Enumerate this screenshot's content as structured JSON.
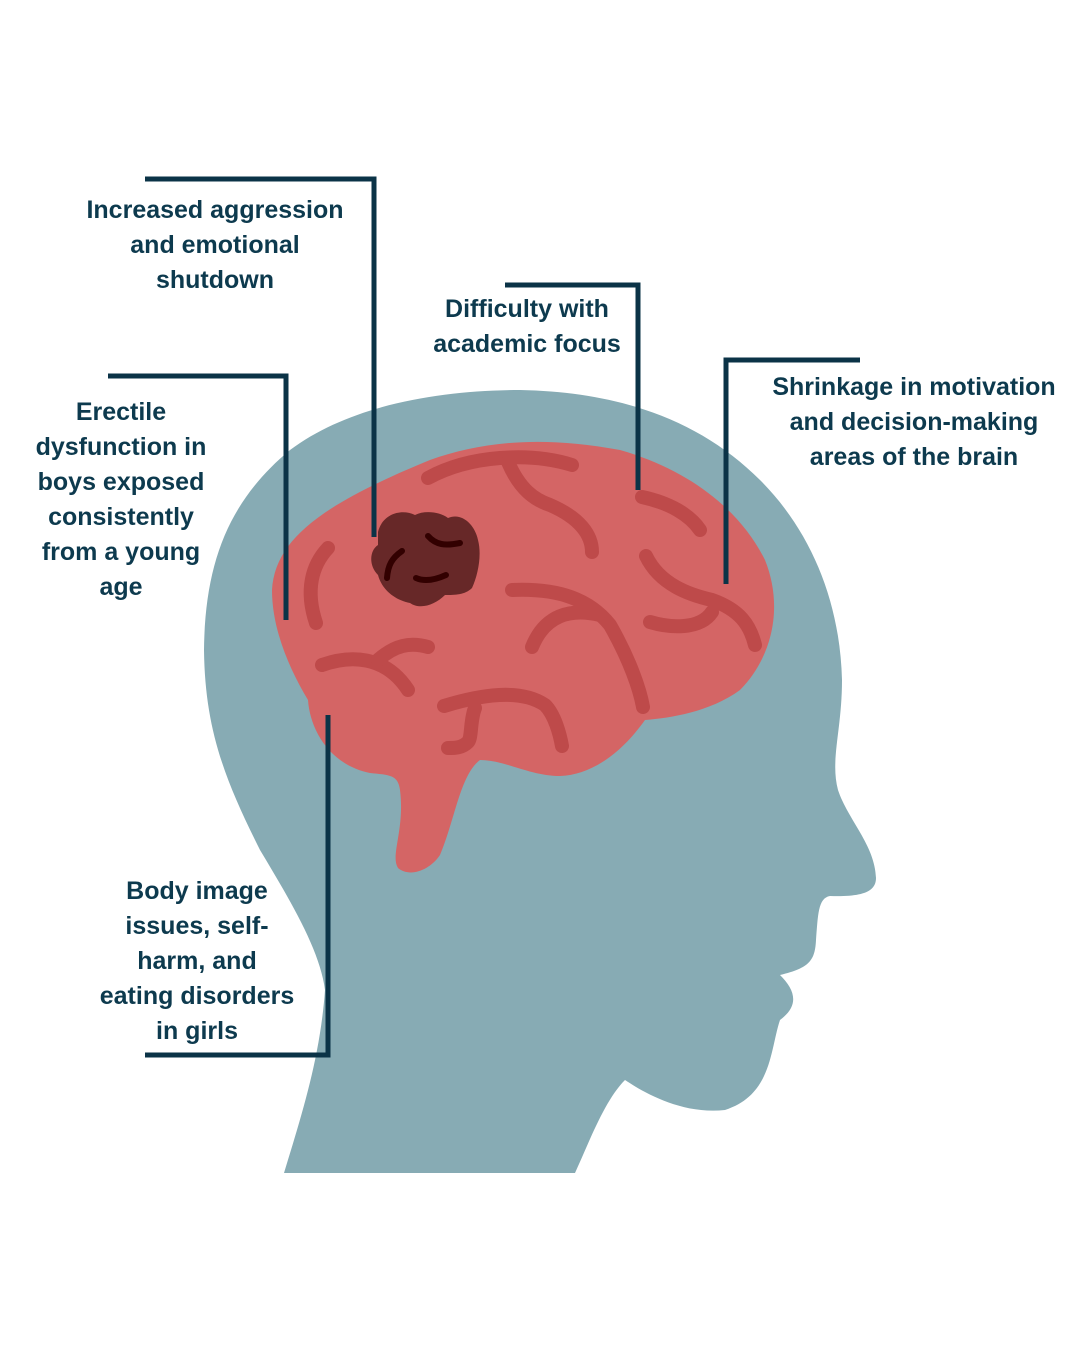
{
  "colors": {
    "head": "#87abb4",
    "brain": "#d46565",
    "fold": "#be4a4a",
    "lesion": "#672828",
    "leader": "#0b3347",
    "text": "#0d3a4e"
  },
  "labels": {
    "aggression": [
      "Increased aggression",
      "and emotional",
      "shutdown"
    ],
    "erectile": [
      "Erectile",
      "dysfunction in",
      "boys exposed",
      "consistently",
      "from a young",
      "age"
    ],
    "academic": [
      "Difficulty with",
      "academic focus"
    ],
    "shrinkage": [
      "Shrinkage in motivation",
      "and decision-making",
      "areas of the brain"
    ],
    "body_image": [
      "Body image",
      "issues, self-",
      "harm, and",
      "eating disorders",
      "in girls"
    ]
  }
}
